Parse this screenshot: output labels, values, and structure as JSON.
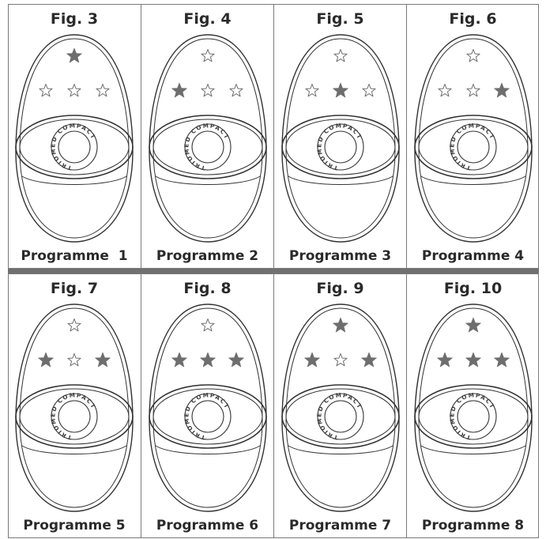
{
  "figures": [
    {
      "fig": "Fig. 3",
      "programme": "Programme  1",
      "stars": {
        "top": true,
        "left": false,
        "middle": false,
        "right": false
      }
    },
    {
      "fig": "Fig. 4",
      "programme": "Programme 2",
      "stars": {
        "top": false,
        "left": true,
        "middle": false,
        "right": false
      }
    },
    {
      "fig": "Fig. 5",
      "programme": "Programme 3",
      "stars": {
        "top": false,
        "left": false,
        "middle": true,
        "right": false
      }
    },
    {
      "fig": "Fig. 6",
      "programme": "Programme 4",
      "stars": {
        "top": false,
        "left": false,
        "middle": false,
        "right": true
      }
    },
    {
      "fig": "Fig. 7",
      "programme": "Programme 5",
      "stars": {
        "top": false,
        "left": true,
        "middle": false,
        "right": true
      }
    },
    {
      "fig": "Fig. 8",
      "programme": "Programme 6",
      "stars": {
        "top": false,
        "left": true,
        "middle": true,
        "right": true
      }
    },
    {
      "fig": "Fig. 9",
      "programme": "Programme 7",
      "stars": {
        "top": true,
        "left": true,
        "middle": false,
        "right": true
      }
    },
    {
      "fig": "Fig. 10",
      "programme": "Programme 8",
      "stars": {
        "top": true,
        "left": true,
        "middle": true,
        "right": true
      }
    }
  ],
  "device_ring_text": "TRIOMED COMPACT",
  "colors": {
    "star_filled": "#6e6e6e",
    "star_outline": "#6e6e6e",
    "line": "#333333",
    "separator": "#707070"
  }
}
